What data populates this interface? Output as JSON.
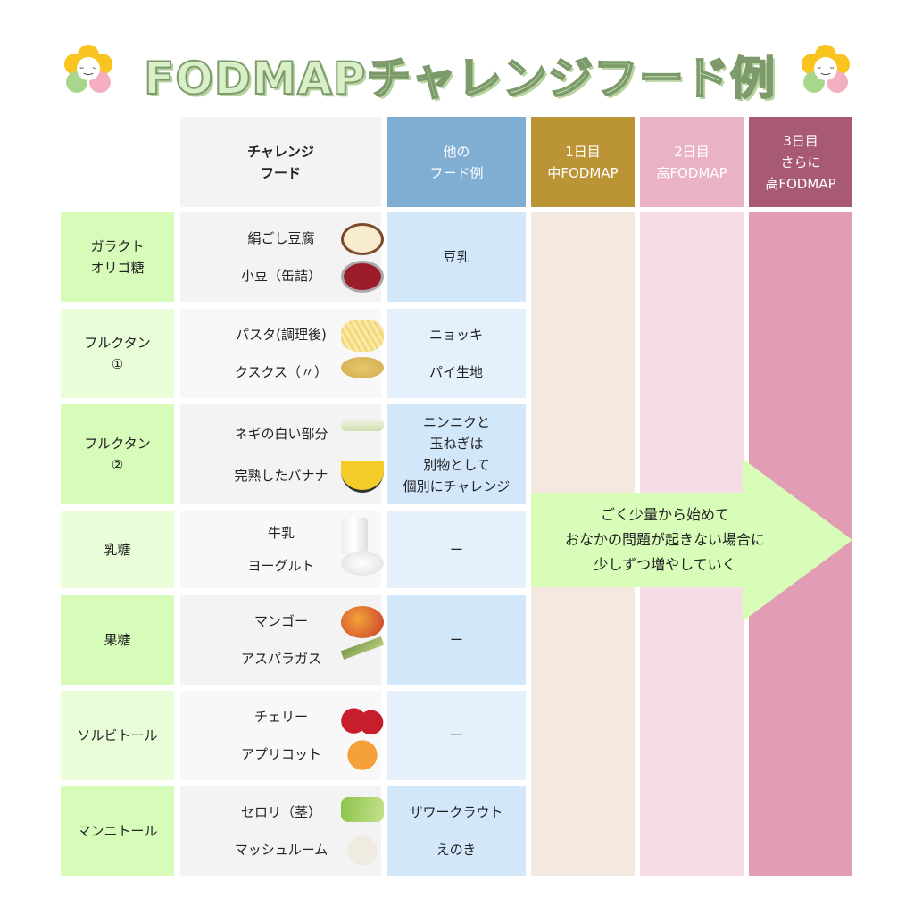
{
  "title": "FODMAPチャレンジフード例",
  "header": {
    "challenge": "チャレンジ\nフード",
    "other": "他の\nフード例",
    "day1": "1日目\n中FODMAP",
    "day2": "2日目\n高FODMAP",
    "day3": "3日目\nさらに\n高FODMAP"
  },
  "rows": [
    {
      "group": "ガラクト\nオリゴ糖",
      "foods": [
        "絹ごし豆腐",
        "小豆（缶詰）"
      ],
      "other": [
        "豆乳"
      ]
    },
    {
      "group": "フルクタン\n①",
      "foods": [
        "パスタ(調理後)",
        "クスクス（〃）"
      ],
      "other": [
        "ニョッキ",
        "パイ生地"
      ]
    },
    {
      "group": "フルクタン\n②",
      "foods": [
        "ネギの白い部分",
        "完熟したバナナ"
      ],
      "other": [
        "ニンニクと\n玉ねぎは\n別物として\n個別にチャレンジ"
      ]
    },
    {
      "group": "乳糖",
      "foods": [
        "牛乳",
        "ヨーグルト"
      ],
      "other": [
        "ー"
      ]
    },
    {
      "group": "果糖",
      "foods": [
        "マンゴー",
        "アスパラガス"
      ],
      "other": [
        "ー"
      ]
    },
    {
      "group": "ソルビトール",
      "foods": [
        "チェリー",
        "アプリコット"
      ],
      "other": [
        "ー"
      ]
    },
    {
      "group": "マンニトール",
      "foods": [
        "セロリ（茎）",
        "マッシュルーム"
      ],
      "other": [
        "ザワークラウト",
        "えのき"
      ]
    }
  ],
  "arrow_text": "ごく少量から始めて\nおなかの問題が起きない場合に\n少しずつ増やしていく",
  "colors": {
    "day1": "#bb9535",
    "day2": "#e9b2c5",
    "day3": "#a85a74",
    "other": "#80aed3"
  }
}
